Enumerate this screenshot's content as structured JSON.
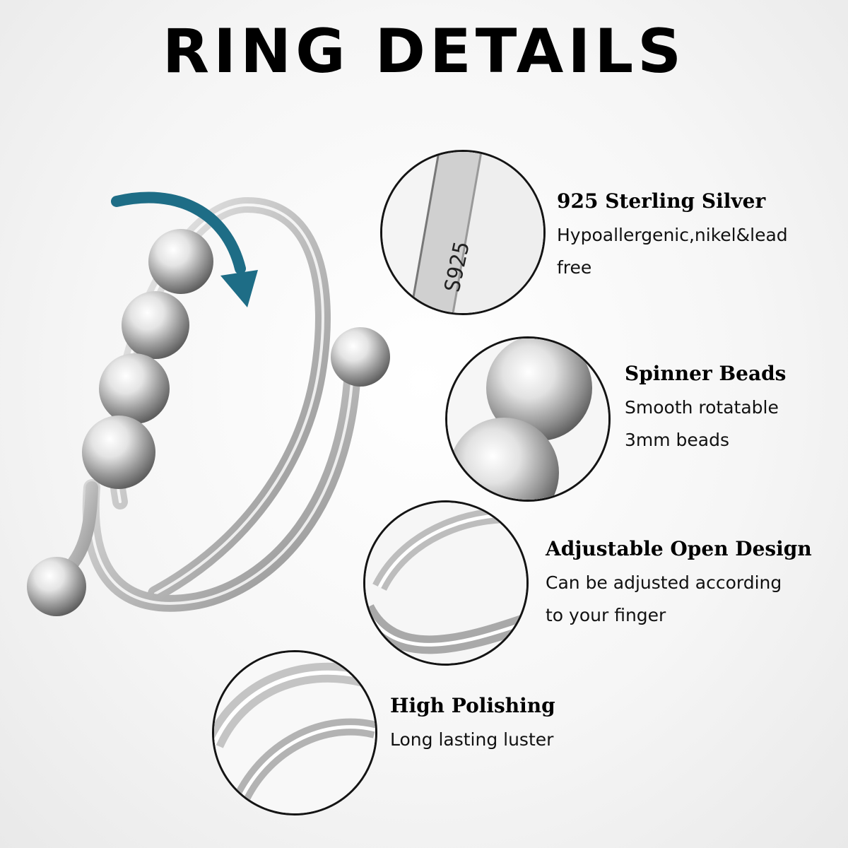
{
  "header": {
    "title": "RING DETAILS"
  },
  "colors": {
    "arrow": "#1e6d86",
    "silver_light": "#ffffff",
    "silver_dark": "#8a8a8a",
    "text": "#000000"
  },
  "features": [
    {
      "title": "925 Sterling Silver",
      "lines": [
        "Hypoallergenic,nikel&lead",
        "free"
      ],
      "stamp": "S925"
    },
    {
      "title": "Spinner Beads",
      "lines": [
        "Smooth rotatable",
        "3mm beads"
      ]
    },
    {
      "title": "Adjustable Open Design",
      "lines": [
        "Can be adjusted according",
        "to your finger"
      ]
    },
    {
      "title": "High Polishing",
      "lines": [
        "Long lasting luster"
      ]
    }
  ]
}
